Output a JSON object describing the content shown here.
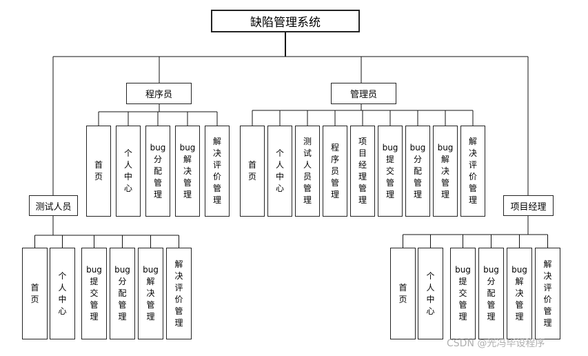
{
  "root": "缺陷管理系统",
  "roles": {
    "programmer": {
      "label": "程序员",
      "modules": [
        "首\n页",
        "个\n人\n中\n心",
        "bug\n分\n配\n管\n理",
        "bug\n解\n决\n管\n理",
        "解\n决\n评\n价\n管\n理"
      ]
    },
    "admin": {
      "label": "管理员",
      "modules": [
        "首\n页",
        "个\n人\n中\n心",
        "测\n试\n人\n员\n管\n理",
        "程\n序\n员\n管\n理",
        "项\n目\n经\n理\n管\n理",
        "bug\n提\n交\n管\n理",
        "bug\n分\n配\n管\n理",
        "bug\n解\n决\n管\n理",
        "解\n决\n评\n价\n管\n理"
      ]
    },
    "tester": {
      "label": "测试人员",
      "modules": [
        "首\n页",
        "个\n人\n中\n心",
        "bug\n提\n交\n管\n理",
        "bug\n分\n配\n管\n理",
        "bug\n解\n决\n管\n理",
        "解\n决\n评\n价\n管\n理"
      ]
    },
    "pm": {
      "label": "项目经理",
      "modules": [
        "首\n页",
        "个\n人\n中\n心",
        "bug\n提\n交\n管\n理",
        "bug\n分\n配\n管\n理",
        "bug\n解\n决\n管\n理",
        "解\n决\n评\n价\n管\n理"
      ]
    }
  },
  "watermark": "CSDN @光冯毕设程序"
}
